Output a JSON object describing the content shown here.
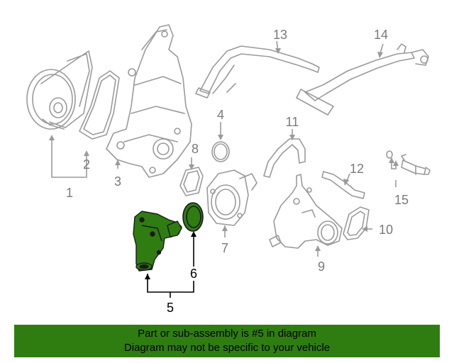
{
  "callouts": {
    "c1": "1",
    "c2": "2",
    "c3": "3",
    "c4": "4",
    "c5": "5",
    "c6": "6",
    "c7": "7",
    "c8": "8",
    "c9": "9",
    "c10": "10",
    "c11": "11",
    "c12": "12",
    "c13": "13",
    "c14": "14",
    "c15": "15"
  },
  "banner": {
    "line1": "Part or sub-assembly is #5 in diagram",
    "line2": "Diagram may not be specific to your vehicle"
  },
  "colors": {
    "line_gray": "#9a9a9a",
    "highlight_green": "#2f7d10",
    "highlight_stroke": "#1a1a1a",
    "callout_gray": "#7a7a7a"
  }
}
